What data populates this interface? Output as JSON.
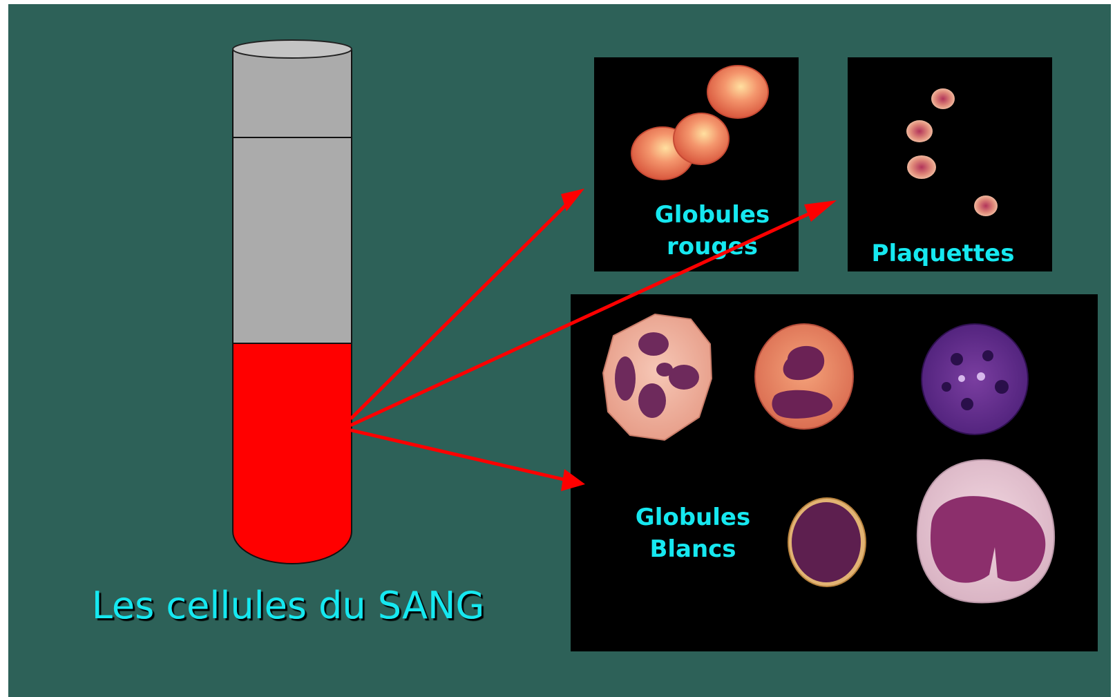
{
  "title": "Les cellules du SANG",
  "panels": {
    "red_cells": {
      "label_line1": "Globules",
      "label_line2": "rouges"
    },
    "platelets": {
      "label": "Plaquettes"
    },
    "white_cells": {
      "label_line1": "Globules",
      "label_line2": "Blancs"
    }
  },
  "colors": {
    "background": "#2d6158",
    "label": "#16e8f0",
    "arrow": "#ff0000",
    "blood": "#ff0000",
    "tube_gray": "#ababab",
    "panel": "#000000"
  }
}
